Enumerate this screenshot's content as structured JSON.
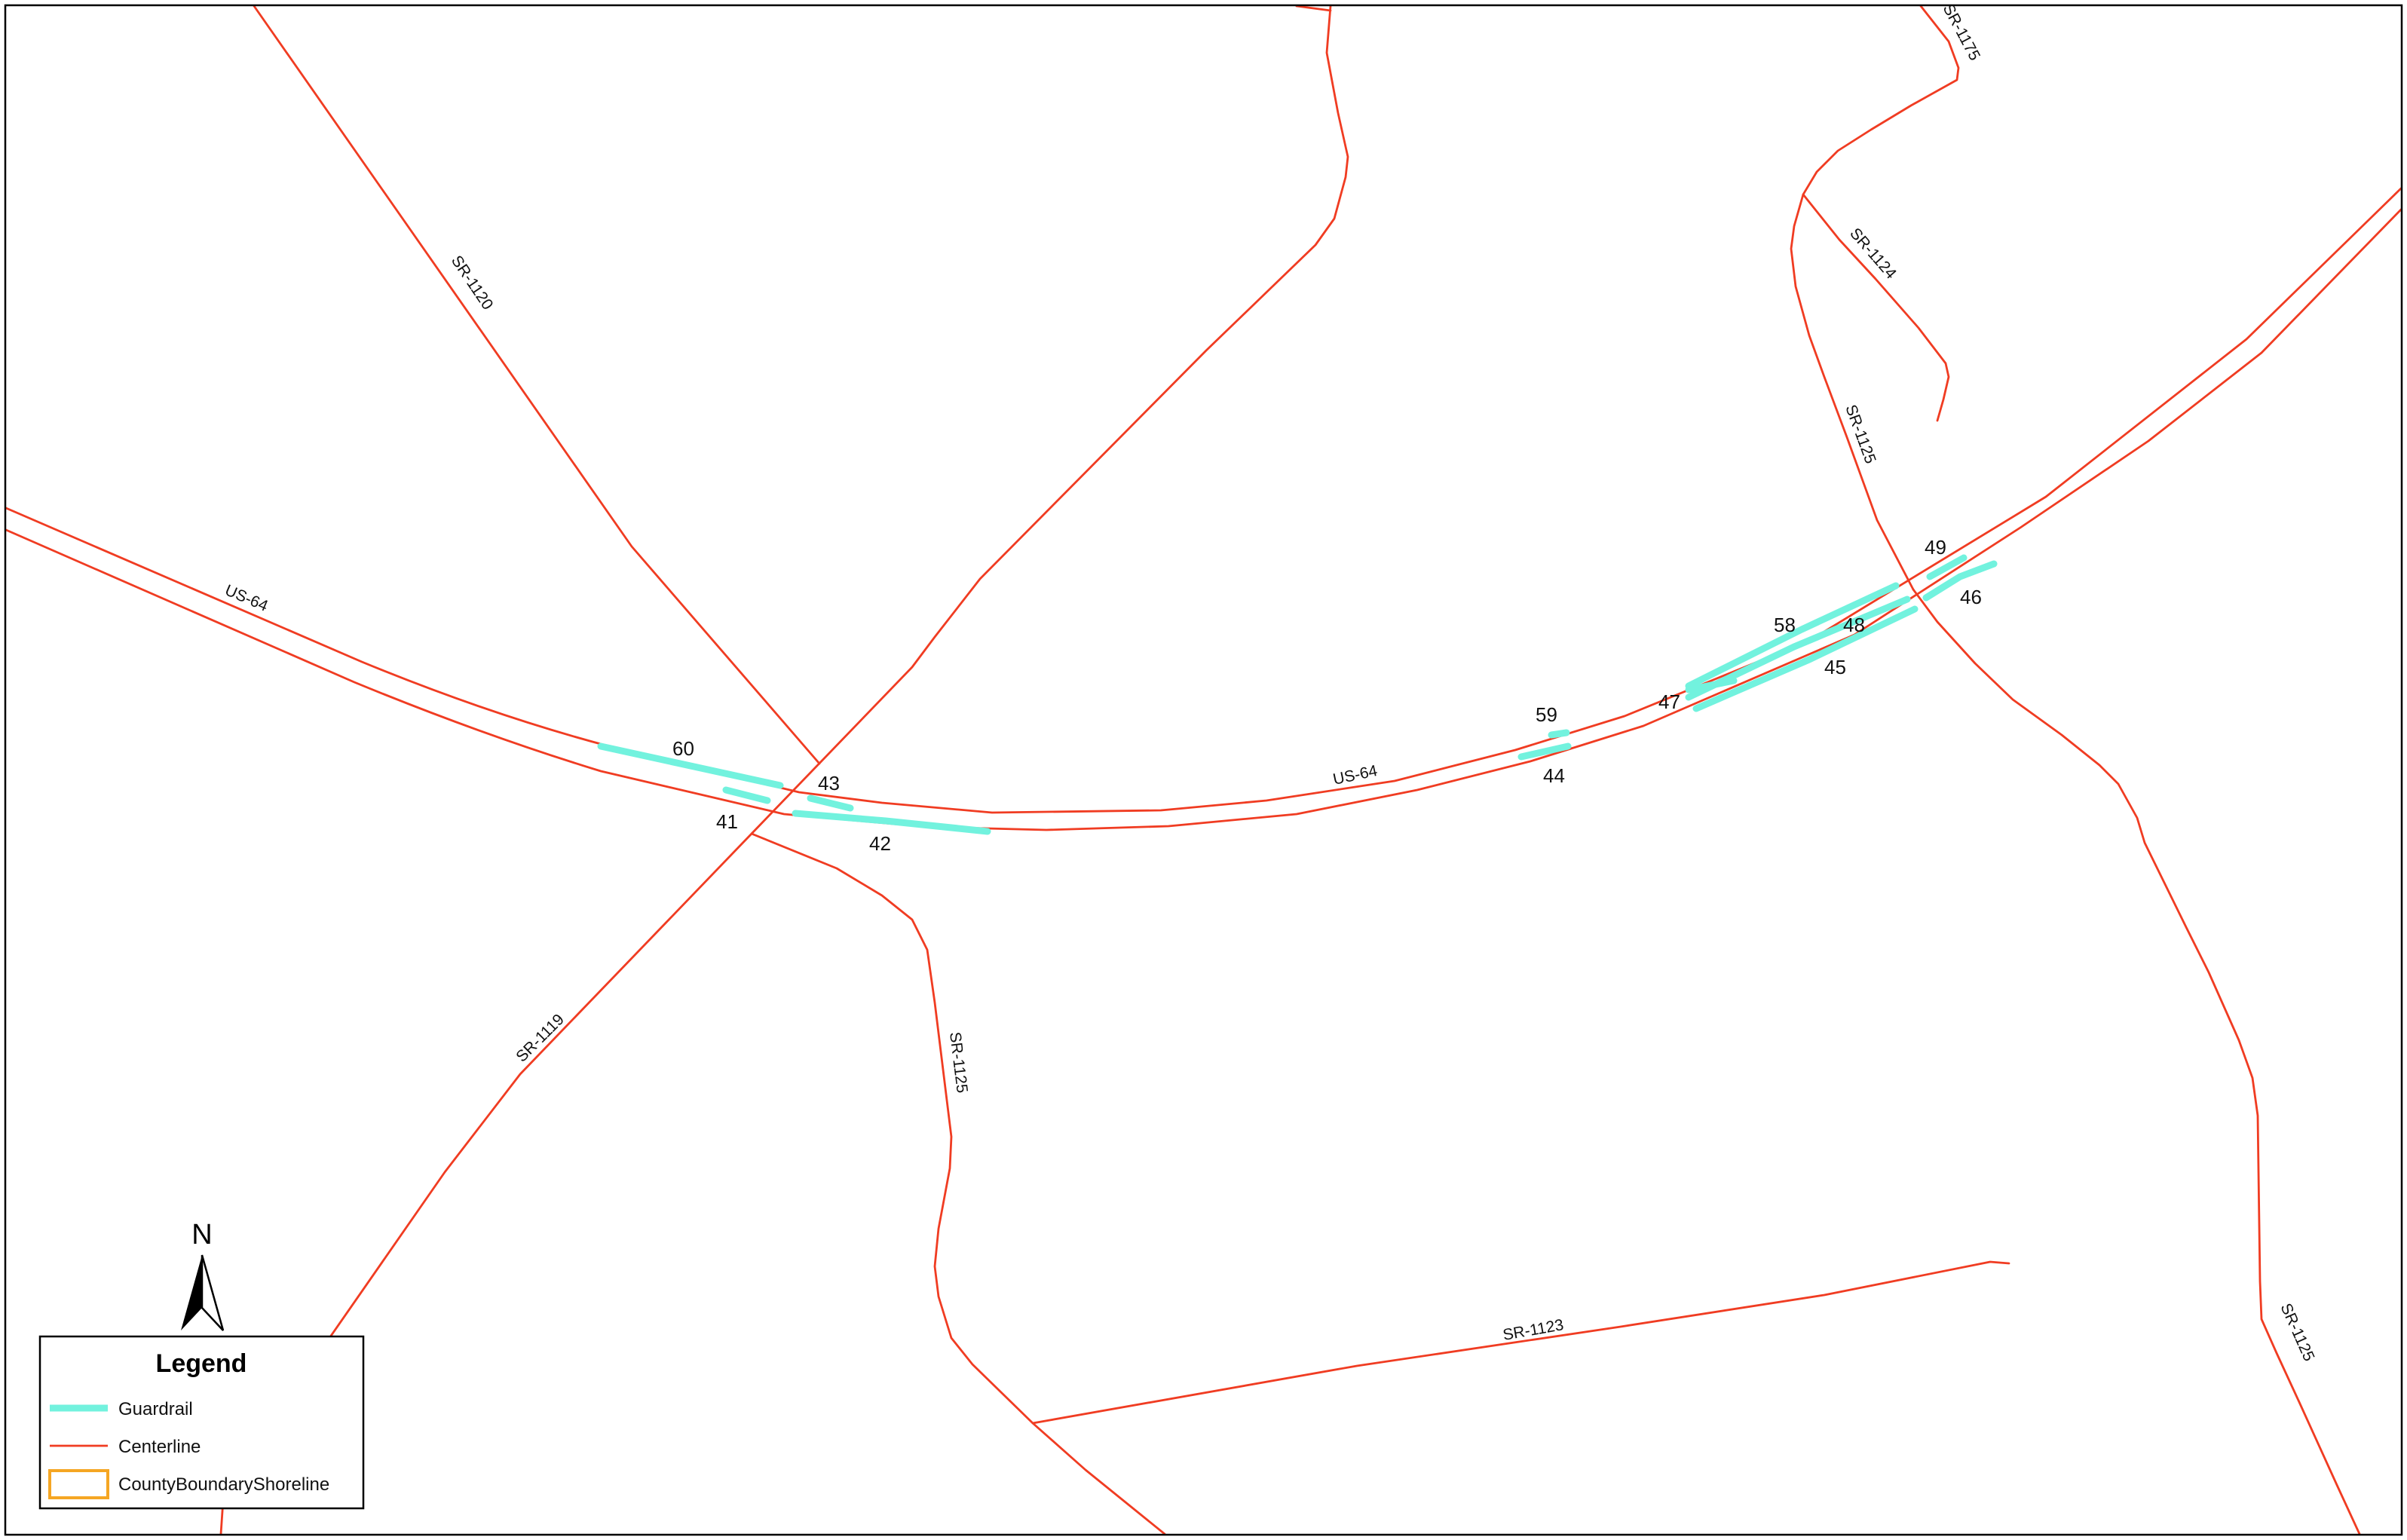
{
  "colors": {
    "guardrail": "#72f2de",
    "centerline": "#f03c22",
    "county_boundary": "#f5a623",
    "frame": "#000000",
    "background": "#ffffff"
  },
  "road_labels": {
    "sr1120": "SR-1120",
    "us64_west": "US-64",
    "us64_center": "US-64",
    "sr1119": "SR-1119",
    "sr1125_south": "SR-1125",
    "sr1123": "SR-1123",
    "sr1175": "SR-1175",
    "sr1124": "SR-1124",
    "sr1125_north": "SR-1125",
    "sr1125_east": "SR-1125"
  },
  "guardrail_ids": {
    "g60": "60",
    "g43": "43",
    "g41": "41",
    "g42": "42",
    "g59": "59",
    "g44": "44",
    "g47": "47",
    "g58": "58",
    "g48": "48",
    "g45": "45",
    "g49": "49",
    "g46": "46"
  },
  "north_arrow": {
    "label": "N",
    "icon": "north-arrow-icon"
  },
  "legend": {
    "title": "Legend",
    "items": [
      {
        "label": "Guardrail",
        "symbol": "line",
        "color": "#72f2de"
      },
      {
        "label": "Centerline",
        "symbol": "line",
        "color": "#f03c22"
      },
      {
        "label": "CountyBoundaryShoreline",
        "symbol": "box",
        "color": "#f5a623"
      }
    ]
  }
}
